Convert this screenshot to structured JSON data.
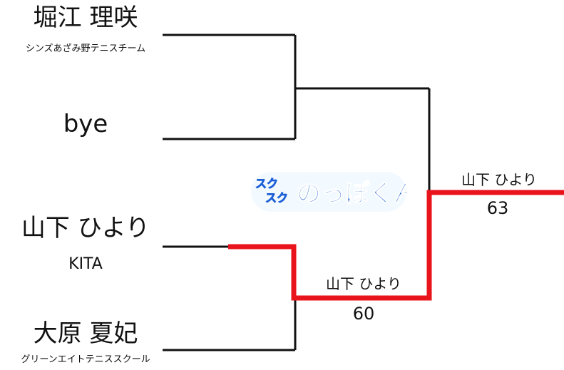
{
  "players": [
    {
      "name": "堀江 理咲",
      "club": "シンズあざみ野テニスチーム"
    },
    {
      "name": "bye",
      "club": ""
    },
    {
      "name": "山下 ひより",
      "club": "KITA"
    },
    {
      "name": "大原 夏妃",
      "club": "グリーンエイトテニススクール"
    }
  ],
  "semifinal_winner": {
    "name": "山下 ひより",
    "score": "60"
  },
  "final_winner": {
    "name": "山下 ひより",
    "score": "63"
  },
  "logo": {
    "line1": "スク",
    "line2": "スク",
    "main": "のっぽくん"
  },
  "colors": {
    "line": "#111111",
    "highlight": "#e8131b",
    "logo_blue": "#1b5fd6",
    "logo_light": "#7ec3f5"
  }
}
